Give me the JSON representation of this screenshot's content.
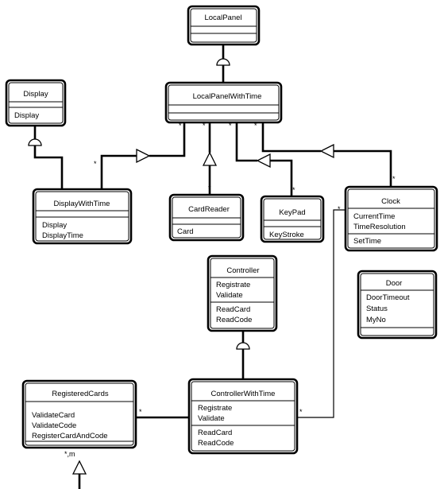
{
  "classes": {
    "local_panel": {
      "name": "LocalPanel",
      "attributes": [],
      "operations": []
    },
    "local_panel_with_time": {
      "name": "LocalPanelWithTime",
      "attributes": [],
      "operations": []
    },
    "display": {
      "name": "Display",
      "attributes": [],
      "operations": [
        "Display"
      ]
    },
    "display_with_time": {
      "name": "DisplayWithTime",
      "attributes": [],
      "operations": [
        "Display",
        "DisplayTime"
      ]
    },
    "card_reader": {
      "name": "CardReader",
      "attributes": [],
      "operations": [
        "Card"
      ]
    },
    "keypad": {
      "name": "KeyPad",
      "attributes": [],
      "operations": [
        "KeyStroke"
      ]
    },
    "clock": {
      "name": "Clock",
      "attributes": [
        "CurrentTime",
        "TimeResolution"
      ],
      "operations": [
        "SetTime"
      ]
    },
    "door": {
      "name": "Door",
      "attributes": [
        "DoorTimeout",
        "Status",
        "MyNo"
      ],
      "operations": []
    },
    "controller": {
      "name": "Controller",
      "attributes": [
        "Registrate",
        "Validate"
      ],
      "operations": [
        "ReadCard",
        "ReadCode"
      ]
    },
    "controller_with_time": {
      "name": "ControllerWithTime",
      "attributes": [
        "Registrate",
        "Validate"
      ],
      "operations": [
        "ReadCard",
        "ReadCode"
      ]
    },
    "registered_cards": {
      "name": "RegisteredCards",
      "attributes": [
        "ValidateCard",
        "ValidateCode",
        "RegisterCardAndCode"
      ],
      "operations": []
    }
  },
  "multiplicities": {
    "registered_cards_bottom": "*,m"
  },
  "colors": {
    "stroke": "#000000",
    "fill": "#ffffff"
  }
}
